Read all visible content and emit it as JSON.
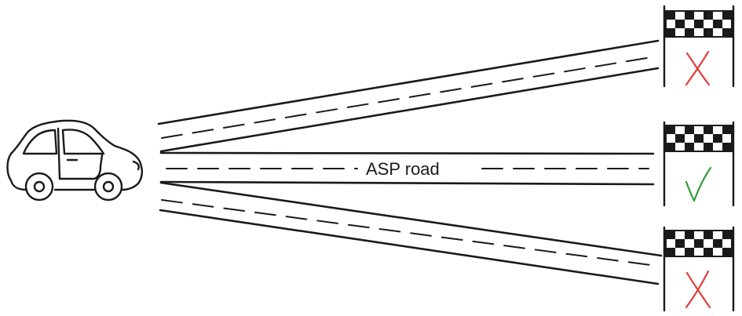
{
  "roads": [
    {
      "id": "top",
      "label": "",
      "status": "incorrect"
    },
    {
      "id": "middle",
      "label": "ASP road",
      "status": "correct"
    },
    {
      "id": "bottom",
      "label": "",
      "status": "incorrect"
    }
  ],
  "markers": {
    "correct": {
      "icon": "checkmark-icon",
      "color": "#2e9e3a"
    },
    "incorrect": {
      "icon": "cross-icon",
      "color": "#e23b3b"
    }
  },
  "vehicle": {
    "icon": "car-icon"
  },
  "finish_flag": {
    "icon": "checkered-flag-icon"
  }
}
